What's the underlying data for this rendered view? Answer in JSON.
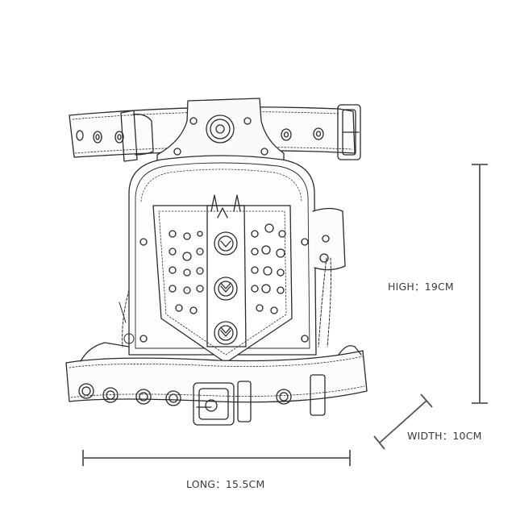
{
  "product": {
    "illustration": "steampunk-leg-bag-sketch",
    "style": "pencil-sketch-grayscale"
  },
  "dimensions": {
    "high": {
      "label": "HIGH",
      "separator": "：",
      "value": "19CM",
      "text": "HIGH：19CM"
    },
    "width": {
      "label": "WIDTH",
      "separator": "：",
      "value": "10CM",
      "text": "WIDTH：10CM"
    },
    "long": {
      "label": "LONG",
      "separator": "：",
      "value": "15.5CM",
      "text": "LONG：15.5CM"
    }
  },
  "colors": {
    "background": "#ffffff",
    "line": "#555555",
    "text": "#3a3a3a",
    "sketch": "#2b2b2b"
  }
}
